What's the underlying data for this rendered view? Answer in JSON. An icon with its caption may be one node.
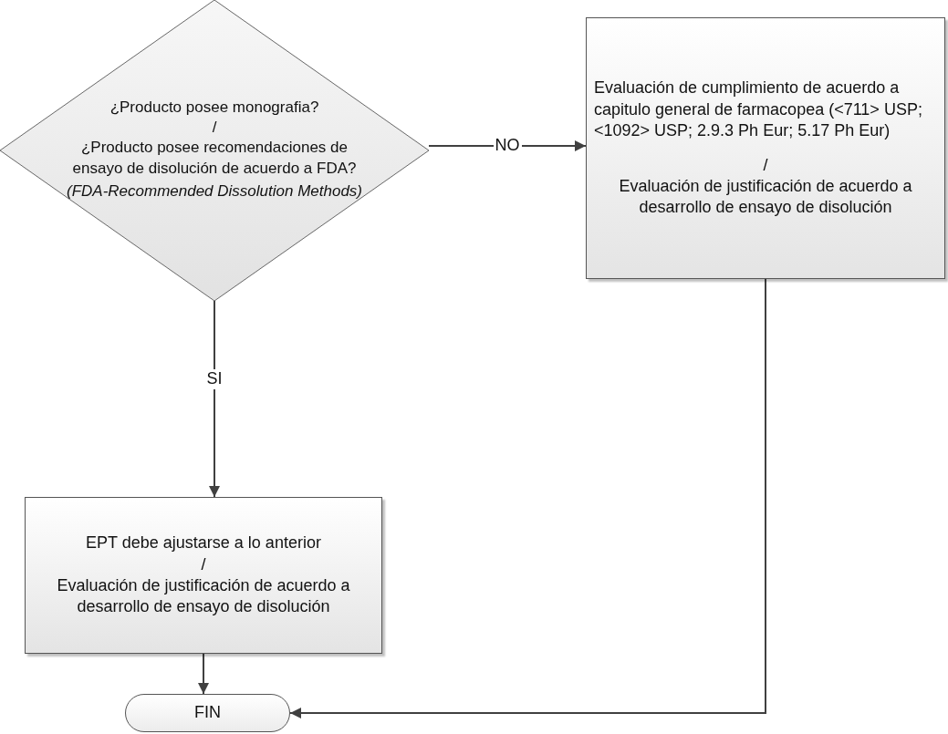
{
  "diagram": {
    "nodes": [
      {
        "text": [
          "¿Producto posee monografia?",
          "/",
          "¿Producto posee recomendaciones de ensayo de disolución de acuerdo a FDA?",
          "(FDA-Recommended Dissolution Methods)"
        ]
      },
      {
        "text": [
          "Evaluación de cumplimiento de acuerdo a capitulo general de farmacopea (<711> USP; <1092> USP; 2.9.3 Ph Eur; 5.17 Ph Eur)",
          "/",
          "Evaluación de justificación de acuerdo a desarrollo de ensayo de disolución"
        ]
      },
      {
        "text": [
          "EPT debe ajustarse a lo anterior",
          "/",
          "Evaluación de justificación de acuerdo a desarrollo de ensayo de disolución"
        ]
      },
      {
        "text": [
          "FIN"
        ]
      }
    ],
    "edges": [
      {
        "from": 0,
        "to": 1,
        "arrow": "to",
        "label": "NO"
      },
      {
        "from": 0,
        "to": 2,
        "arrow": "to",
        "label": "SI"
      },
      {
        "from": 2,
        "to": 3,
        "arrow": "to"
      },
      {
        "from": 1,
        "to": 3,
        "arrow": "to"
      }
    ]
  }
}
